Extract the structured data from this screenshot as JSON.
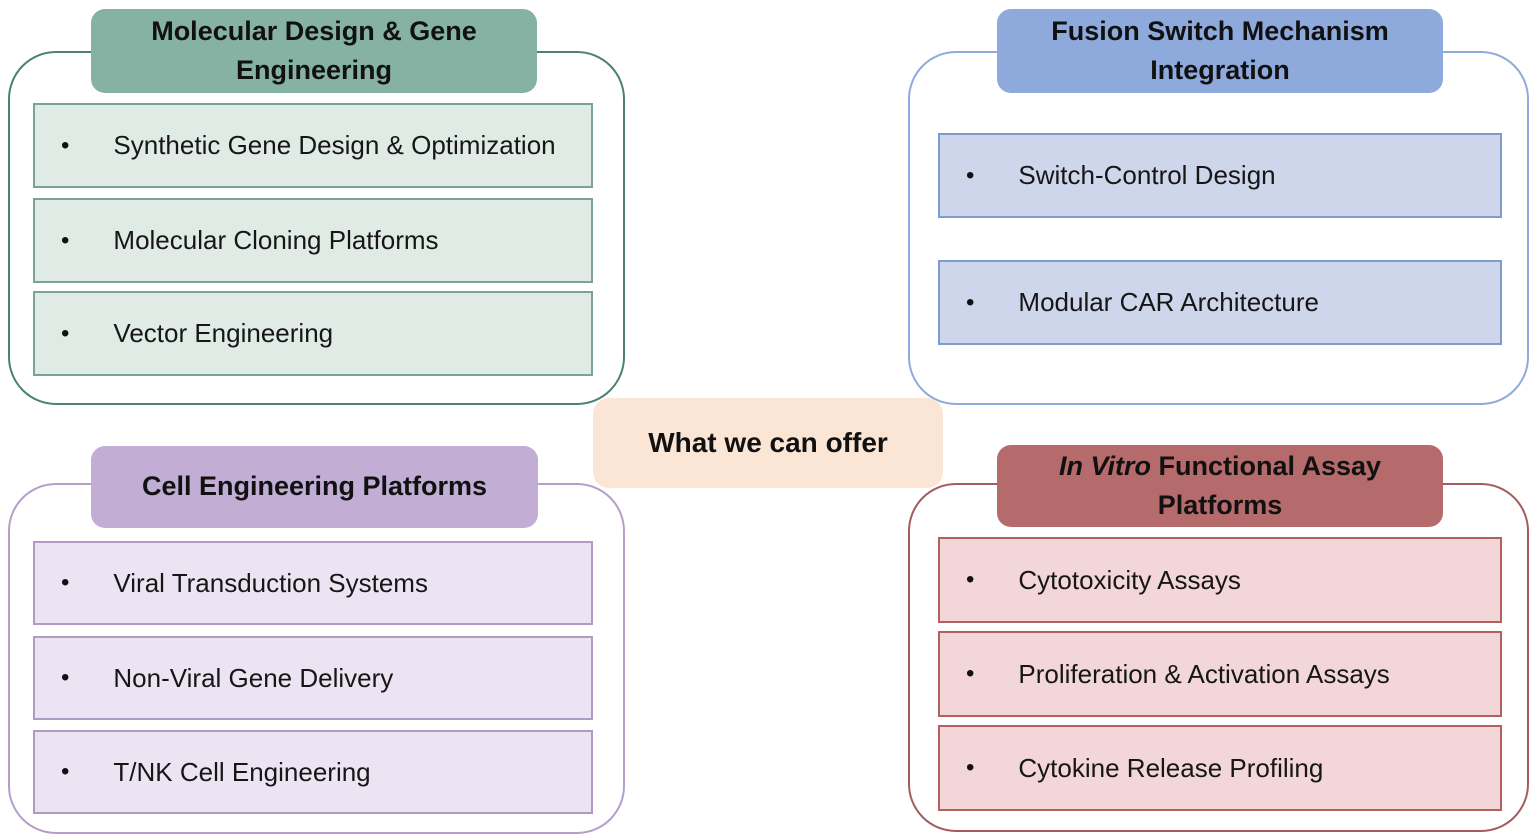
{
  "ui": {
    "bullet": "•"
  },
  "center": {
    "label": "What we can offer",
    "bg": "#fbe5d5"
  },
  "quadrants": {
    "molecular": {
      "title": "Molecular Design & Gene Engineering",
      "header_bg": "#85b2a3",
      "panel_border": "#4d8174",
      "item_bg": "#e0ebe6",
      "item_border": "#79a396",
      "items": [
        "Synthetic Gene Design & Optimization",
        "Molecular Cloning Platforms",
        "Vector Engineering"
      ]
    },
    "fusion": {
      "title": "Fusion Switch Mechanism Integration",
      "header_bg": "#8ea9db",
      "panel_border": "#8faadc",
      "item_bg": "#cdd6ea",
      "item_border": "#7f9cd0",
      "items": [
        "Switch-Control Design",
        "Modular CAR Architecture"
      ]
    },
    "cell": {
      "title": "Cell Engineering Platforms",
      "header_bg": "#c2add5",
      "panel_border": "#b59fc9",
      "item_bg": "#ede4f3",
      "item_border": "#b19ac6",
      "items": [
        "Viral Transduction Systems",
        "Non-Viral Gene Delivery",
        "T/NK Cell Engineering"
      ]
    },
    "invitro": {
      "title_italic": "In Vitro",
      "title_rest": " Functional Assay Platforms",
      "header_bg": "#b56a6b",
      "panel_border": "#a55c5e",
      "item_bg": "#f3d6d8",
      "item_border": "#b4605f",
      "items": [
        "Cytotoxicity Assays",
        "Proliferation & Activation Assays",
        "Cytokine Release Profiling"
      ]
    }
  }
}
